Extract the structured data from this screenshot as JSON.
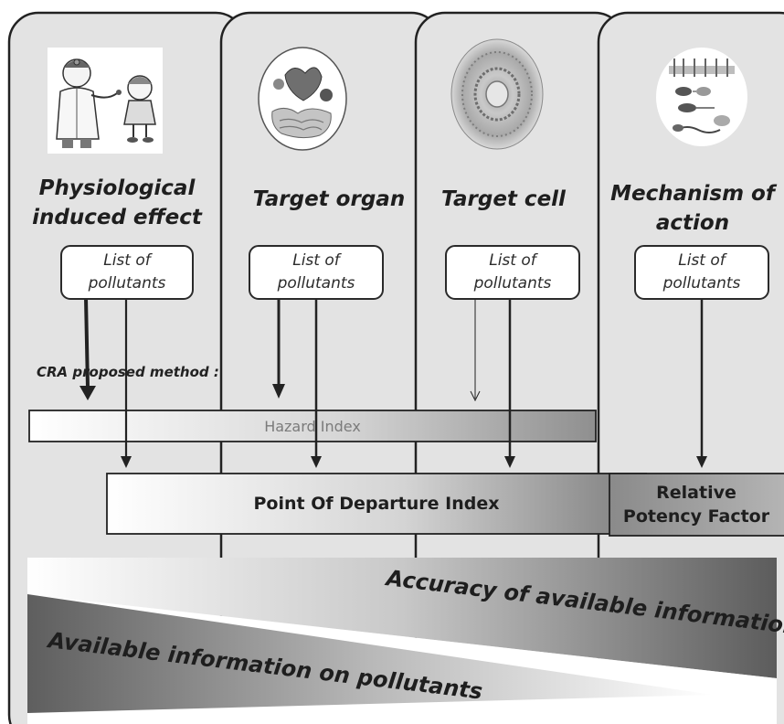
{
  "columns": [
    {
      "title_line1": "Physiological",
      "title_line2": "induced effect",
      "icon": "doctor-and-child-icon"
    },
    {
      "title_line1": "Target organ",
      "title_line2": "",
      "icon": "organs-illustration-icon"
    },
    {
      "title_line1": "Target cell",
      "title_line2": "",
      "icon": "tissue-section-icon"
    },
    {
      "title_line1": "Mechanism of",
      "title_line2": "action",
      "icon": "molecular-pathway-icon"
    }
  ],
  "pollutant_box": {
    "line1": "List of",
    "line2": "pollutants"
  },
  "cra_method": "CRA proposed method :",
  "hazard_index": "Hazard Index",
  "pod_index": "Point Of Departure Index",
  "rpf": {
    "line1": "Relative",
    "line2": "Potency Factor"
  },
  "accuracy_label": "Accuracy of available information",
  "available_label": "Available information on pollutants",
  "colors": {
    "panel_fill": "#e3e3e3",
    "outline": "#222222",
    "dark_gradient": "#5a5a5a",
    "light_gradient": "#ffffff"
  }
}
